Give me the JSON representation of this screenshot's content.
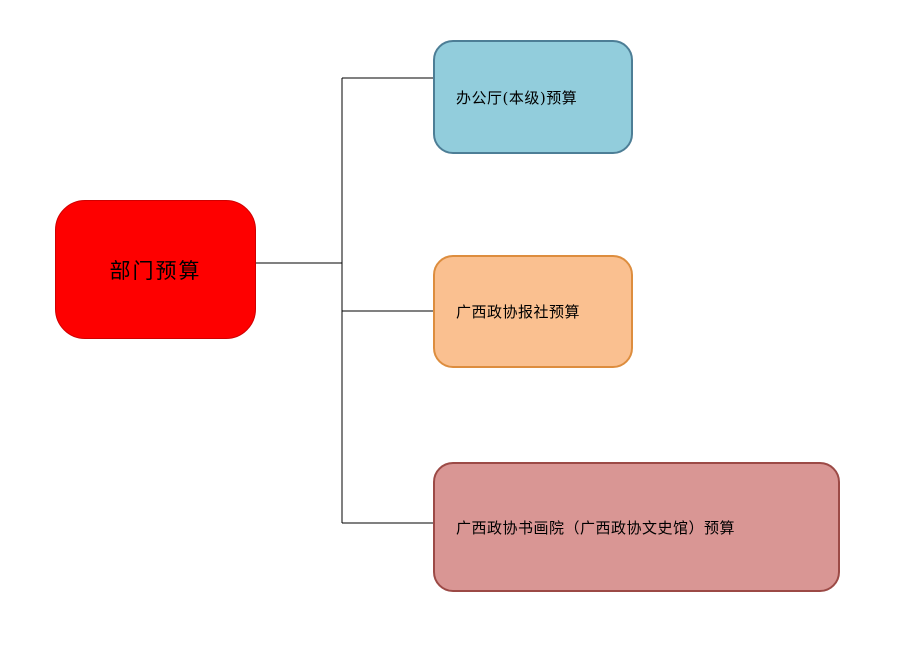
{
  "diagram": {
    "background": "#FFFFFF",
    "connector_color": "#000000",
    "root": {
      "label": "部门预算",
      "fill": "#FE0000",
      "border": "#D00000",
      "text_color": "#000000"
    },
    "children": [
      {
        "id": "child-1",
        "label": "办公厅(本级)预算",
        "fill": "#92CDDC",
        "border": "#4D7E96"
      },
      {
        "id": "child-2",
        "label": "广西政协报社预算",
        "fill": "#FAC090",
        "border": "#DD8D3E"
      },
      {
        "id": "child-3",
        "label": "广西政协书画院（广西政协文史馆）预算",
        "fill": "#D99694",
        "border": "#9C4A46"
      }
    ]
  }
}
